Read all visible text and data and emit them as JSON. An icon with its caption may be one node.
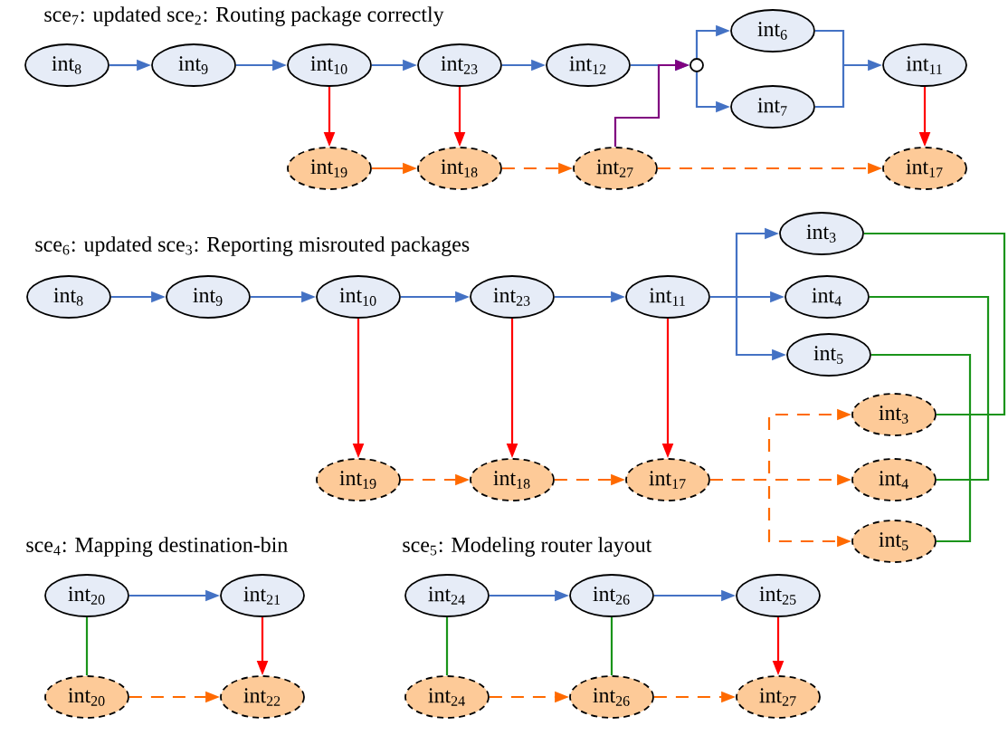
{
  "diagram": {
    "nodes": [
      {
        "text": [
          "int$_{8}$"
        ]
      },
      {
        "text": [
          "int$_{9}$"
        ]
      },
      {
        "text": [
          "int$_{10}$"
        ]
      },
      {
        "text": [
          "int$_{23}$"
        ]
      },
      {
        "text": [
          "int$_{12}$"
        ]
      },
      {
        "text": [],
        "shape": "circle"
      },
      {
        "text": [
          "int$_{6}$"
        ]
      },
      {
        "text": [
          "int$_{7}$"
        ]
      },
      {
        "text": [
          "int$_{11}$"
        ]
      },
      {
        "text": [
          "int$_{19}$"
        ]
      },
      {
        "text": [
          "int$_{18}$"
        ]
      },
      {
        "text": [
          "int$_{27}$"
        ]
      },
      {
        "text": [
          "int$_{17}$"
        ]
      },
      {
        "text": [
          "int$_{8}$"
        ]
      },
      {
        "text": [
          "int$_{9}$"
        ]
      },
      {
        "text": [
          "int$_{10}$"
        ]
      },
      {
        "text": [
          "int$_{23}$"
        ]
      },
      {
        "text": [
          "int$_{11}$"
        ]
      },
      {
        "text": [
          "int$_{3}$"
        ]
      },
      {
        "text": [
          "int$_{4}$"
        ]
      },
      {
        "text": [
          "int$_{5}$"
        ]
      },
      {
        "text": [
          "int$_{19}$"
        ]
      },
      {
        "text": [
          "int$_{18}$"
        ]
      },
      {
        "text": [
          "int$_{17}$"
        ]
      },
      {
        "text": [
          "int$_{3}$"
        ]
      },
      {
        "text": [
          "int$_{4}$"
        ]
      },
      {
        "text": [
          "int$_{5}$"
        ]
      },
      {
        "text": [
          "int$_{20}$"
        ]
      },
      {
        "text": [
          "int$_{21}$"
        ]
      },
      {
        "text": [
          "int$_{20}$"
        ]
      },
      {
        "text": [
          "int$_{22}$"
        ]
      },
      {
        "text": [
          "int$_{24}$"
        ]
      },
      {
        "text": [
          "int$_{26}$"
        ]
      },
      {
        "text": [
          "int$_{25}$"
        ]
      },
      {
        "text": [
          "int$_{24}$"
        ]
      },
      {
        "text": [
          "int$_{26}$"
        ]
      },
      {
        "text": [
          "int$_{27}$"
        ]
      }
    ],
    "edges": [
      {
        "from": 0,
        "to": 1,
        "arrow": "to"
      },
      {
        "from": 1,
        "to": 2,
        "arrow": "to"
      },
      {
        "from": 2,
        "to": 3,
        "arrow": "to"
      },
      {
        "from": 3,
        "to": 4,
        "arrow": "to"
      },
      {
        "from": 4,
        "to": 5,
        "arrow": "to"
      },
      {
        "from": 11,
        "to": 5,
        "arrow": "to",
        "color": "#800080"
      },
      {
        "from": 5,
        "to": 6,
        "arrow": "to"
      },
      {
        "from": 5,
        "to": 7,
        "arrow": "to"
      },
      {
        "from": 6,
        "to": 8,
        "arrow": "to"
      },
      {
        "from": 7,
        "to": 8,
        "arrow": "to"
      },
      {
        "from": 2,
        "to": 9,
        "arrow": "to",
        "color": "#ff0000"
      },
      {
        "from": 3,
        "to": 10,
        "arrow": "to",
        "color": "#ff0000"
      },
      {
        "from": 8,
        "to": 12,
        "arrow": "to",
        "color": "#ff0000"
      },
      {
        "from": 9,
        "to": 10,
        "arrow": "to",
        "color": "#ff6a00"
      },
      {
        "from": 10,
        "to": 11,
        "arrow": "to",
        "style": "dashed",
        "color": "#ff6a00"
      },
      {
        "from": 11,
        "to": 12,
        "arrow": "to",
        "style": "dashed",
        "color": "#ff6a00"
      },
      {
        "from": 13,
        "to": 14,
        "arrow": "to"
      },
      {
        "from": 14,
        "to": 15,
        "arrow": "to"
      },
      {
        "from": 15,
        "to": 16,
        "arrow": "to"
      },
      {
        "from": 16,
        "to": 17,
        "arrow": "to"
      },
      {
        "from": 17,
        "to": 18,
        "arrow": "to"
      },
      {
        "from": 17,
        "to": 19,
        "arrow": "to"
      },
      {
        "from": 17,
        "to": 20,
        "arrow": "to"
      },
      {
        "from": 15,
        "to": 21,
        "arrow": "to",
        "color": "#ff0000"
      },
      {
        "from": 16,
        "to": 22,
        "arrow": "to",
        "color": "#ff0000"
      },
      {
        "from": 17,
        "to": 23,
        "arrow": "to",
        "color": "#ff0000"
      },
      {
        "from": 21,
        "to": 22,
        "arrow": "to",
        "style": "dashed",
        "color": "#ff6a00"
      },
      {
        "from": 22,
        "to": 23,
        "arrow": "to",
        "style": "dashed",
        "color": "#ff6a00"
      },
      {
        "from": 23,
        "to": 24,
        "arrow": "to",
        "style": "dashed",
        "color": "#ff6a00"
      },
      {
        "from": 23,
        "to": 25,
        "arrow": "to",
        "style": "dashed",
        "color": "#ff6a00"
      },
      {
        "from": 23,
        "to": 26,
        "arrow": "to",
        "style": "dashed",
        "color": "#ff6a00"
      },
      {
        "from": 18,
        "to": 24,
        "arrow": "none",
        "color": "#1a941a"
      },
      {
        "from": 19,
        "to": 25,
        "arrow": "none",
        "color": "#1a941a"
      },
      {
        "from": 20,
        "to": 26,
        "arrow": "none",
        "color": "#1a941a"
      },
      {
        "from": 27,
        "to": 28,
        "arrow": "to"
      },
      {
        "from": 27,
        "to": 29,
        "arrow": "none",
        "color": "#1a941a"
      },
      {
        "from": 28,
        "to": 30,
        "arrow": "to",
        "color": "#ff0000"
      },
      {
        "from": 29,
        "to": 30,
        "arrow": "to",
        "style": "dashed",
        "color": "#ff6a00"
      },
      {
        "from": 31,
        "to": 32,
        "arrow": "to"
      },
      {
        "from": 32,
        "to": 33,
        "arrow": "to"
      },
      {
        "from": 31,
        "to": 34,
        "arrow": "none",
        "color": "#1a941a"
      },
      {
        "from": 32,
        "to": 35,
        "arrow": "none",
        "color": "#1a941a"
      },
      {
        "from": 33,
        "to": 36,
        "arrow": "to",
        "color": "#ff0000"
      },
      {
        "from": 34,
        "to": 35,
        "arrow": "to",
        "style": "dashed",
        "color": "#ff6a00"
      },
      {
        "from": 35,
        "to": 36,
        "arrow": "to",
        "style": "dashed",
        "color": "#ff6a00"
      }
    ],
    "labels": [
      "sce$_{7}$: updated sce$_{2}$: Routing package correctly",
      "sce$_{6}$: updated sce$_{3}$: Reporting misrouted packages",
      "sce$_{4}$: Mapping destination-bin",
      "sce$_{5}$: Modeling router layout"
    ]
  }
}
